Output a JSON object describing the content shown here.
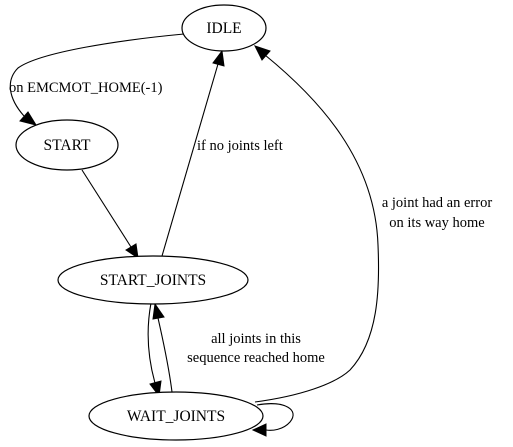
{
  "diagram": {
    "type": "state-machine",
    "nodes": [
      {
        "id": "IDLE",
        "label": "IDLE"
      },
      {
        "id": "START",
        "label": "START"
      },
      {
        "id": "START_JOINTS",
        "label": "START_JOINTS"
      },
      {
        "id": "WAIT_JOINTS",
        "label": "WAIT_JOINTS"
      }
    ],
    "edges": [
      {
        "id": "idle-to-start",
        "from": "IDLE",
        "to": "START",
        "label_lines": [
          "on EMCMOT_HOME(-1)"
        ]
      },
      {
        "id": "start-to-start-joints",
        "from": "START",
        "to": "START_JOINTS",
        "label_lines": []
      },
      {
        "id": "start-joints-to-idle",
        "from": "START_JOINTS",
        "to": "IDLE",
        "label_lines": [
          "if no joints left"
        ]
      },
      {
        "id": "start-joints-to-wait-joints",
        "from": "START_JOINTS",
        "to": "WAIT_JOINTS",
        "label_lines": []
      },
      {
        "id": "wait-joints-to-start-joints",
        "from": "WAIT_JOINTS",
        "to": "START_JOINTS",
        "label_lines": [
          "all joints in this",
          "sequence reached home"
        ]
      },
      {
        "id": "wait-joints-to-idle",
        "from": "WAIT_JOINTS",
        "to": "IDLE",
        "label_lines": [
          "a joint had an error",
          "on its way home"
        ]
      },
      {
        "id": "wait-joints-self-loop",
        "from": "WAIT_JOINTS",
        "to": "WAIT_JOINTS",
        "label_lines": []
      }
    ]
  }
}
